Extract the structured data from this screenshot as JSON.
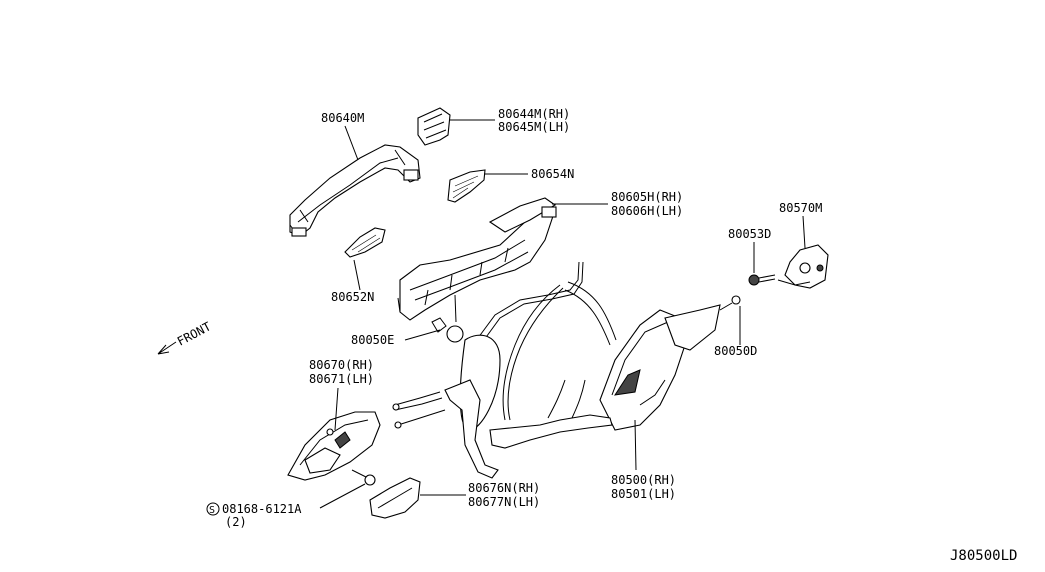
{
  "diagram_id": "J80500LD",
  "direction_label": "FRONT",
  "callouts": [
    {
      "id": "80640M",
      "lines": [
        "80640M"
      ]
    },
    {
      "id": "80644M",
      "lines": [
        "80644M(RH)",
        "80645M(LH)"
      ]
    },
    {
      "id": "80654N",
      "lines": [
        "80654N"
      ]
    },
    {
      "id": "80605H",
      "lines": [
        "80605H(RH)",
        "80606H(LH)"
      ]
    },
    {
      "id": "80570M",
      "lines": [
        "80570M"
      ]
    },
    {
      "id": "80053D",
      "lines": [
        "80053D"
      ]
    },
    {
      "id": "80652N",
      "lines": [
        "80652N"
      ]
    },
    {
      "id": "80050E",
      "lines": [
        "80050E"
      ]
    },
    {
      "id": "80050D",
      "lines": [
        "80050D"
      ]
    },
    {
      "id": "80670N",
      "lines": [
        "80670(RH)",
        "80671(LH)"
      ]
    },
    {
      "id": "80500",
      "lines": [
        "80500(RH)",
        "80501(LH)"
      ]
    },
    {
      "id": "80676N",
      "lines": [
        "80676N(RH)",
        "80677N(LH)"
      ]
    },
    {
      "id": "08168",
      "symbol": "S",
      "lines": [
        "08168-6121A",
        "(2)"
      ]
    }
  ]
}
